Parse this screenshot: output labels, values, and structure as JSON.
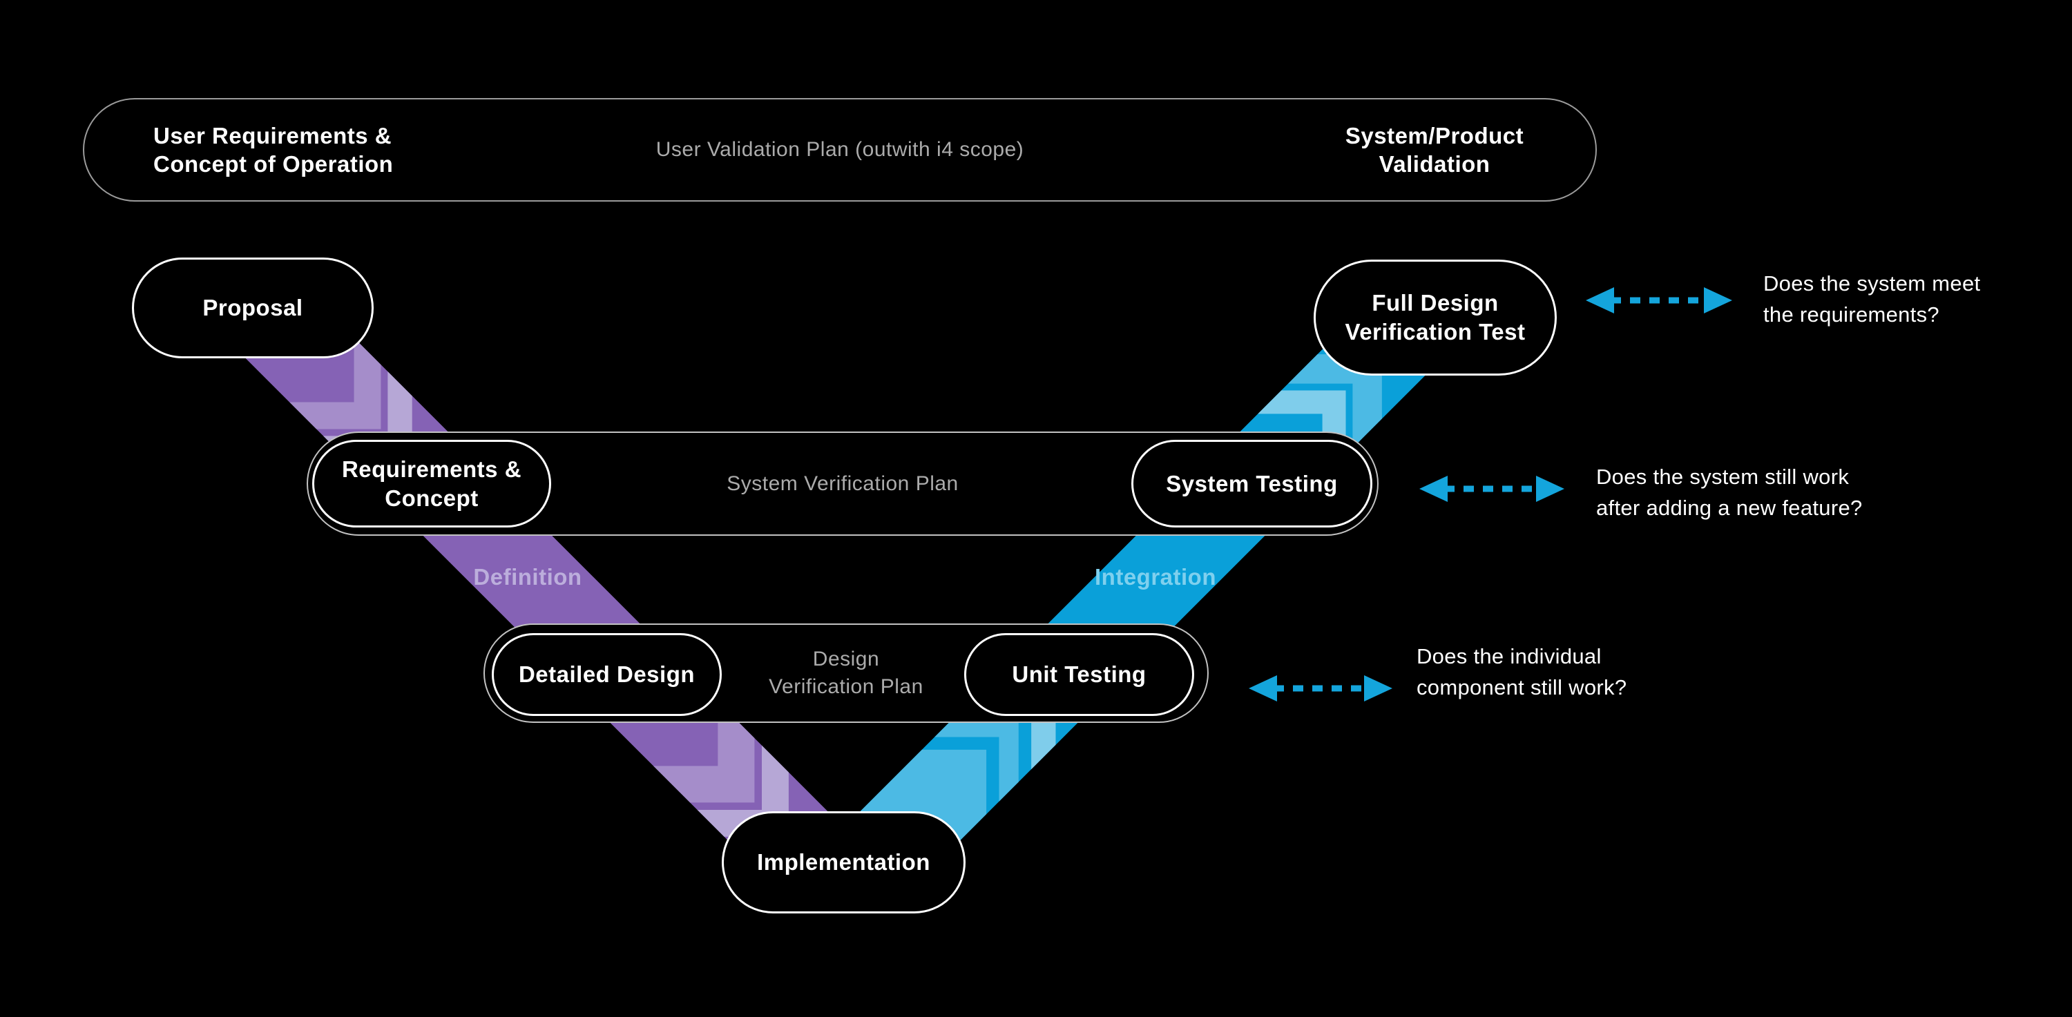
{
  "banner": {
    "left_label": "User Requirements &\nConcept of Operation",
    "center_label": "User Validation Plan (outwith i4 scope)",
    "right_label": "System/Product\nValidation"
  },
  "stages": {
    "proposal": "Proposal",
    "full_design_verification_test": "Full Design\nVerification Test",
    "requirements_concept": "Requirements &\nConcept",
    "system_testing": "System Testing",
    "detailed_design": "Detailed Design",
    "unit_testing": "Unit Testing",
    "implementation": "Implementation"
  },
  "plans": {
    "system_verification": "System Verification Plan",
    "design_verification": "Design\nVerification Plan"
  },
  "phases": {
    "definition": "Definition",
    "integration": "Integration"
  },
  "annotations": [
    {
      "text": "Does the system meet\nthe requirements?"
    },
    {
      "text": "Does the system still work\nafter adding a new feature?"
    },
    {
      "text": "Does the individual\ncomponent still work?"
    }
  ],
  "colors": {
    "background": "#000000",
    "purple_band": "#8562B5",
    "purple_chevron_light": "#A58DCA",
    "purple_chevron_lighter": "#B6A7D6",
    "blue_band": "#0AA0D9",
    "blue_chevron_light": "#4CBAE4",
    "blue_chevron_lighter": "#7FCDEB",
    "arrow_blue": "#14A5DC",
    "definition_text": "#BCAEDC",
    "integration_text": "#7FD0EE",
    "plan_text": "#ABABAB",
    "pill_border": "#FFFFFF",
    "row_border": "#C2C2C2"
  }
}
